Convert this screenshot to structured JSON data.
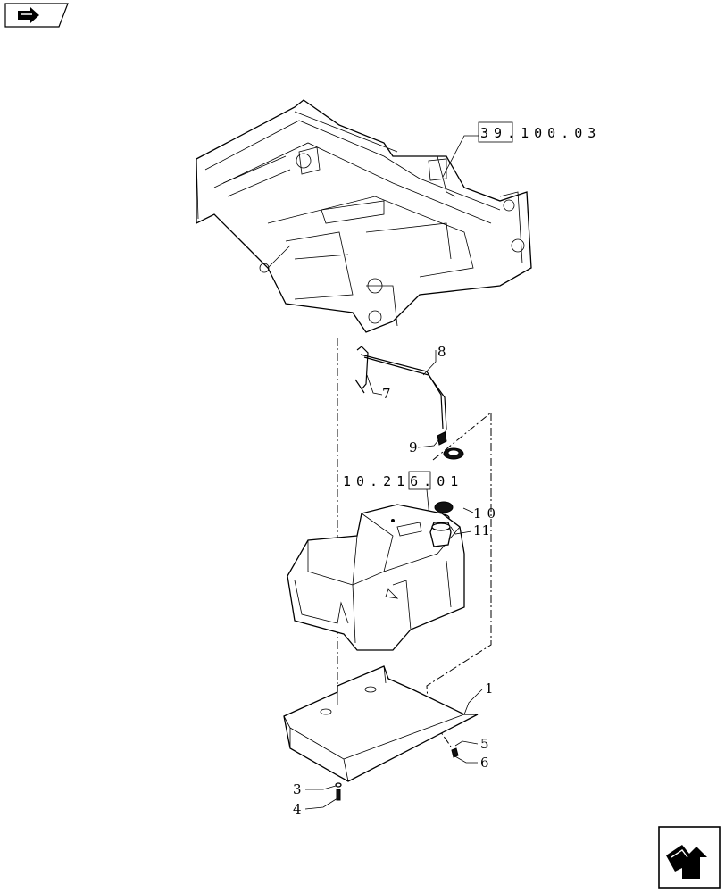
{
  "references": {
    "frame_ref": "39.100.03",
    "tank_ref": "10.216.01"
  },
  "callouts": {
    "c1": "1",
    "c3": "3",
    "c4": "4",
    "c5": "5",
    "c6": "6",
    "c7": "7",
    "c8": "8",
    "c9": "9",
    "c10": "10",
    "c11": "11"
  },
  "icons": {
    "top_left": "book-arrow-icon",
    "bottom_right": "next-page-arrow-icon"
  }
}
